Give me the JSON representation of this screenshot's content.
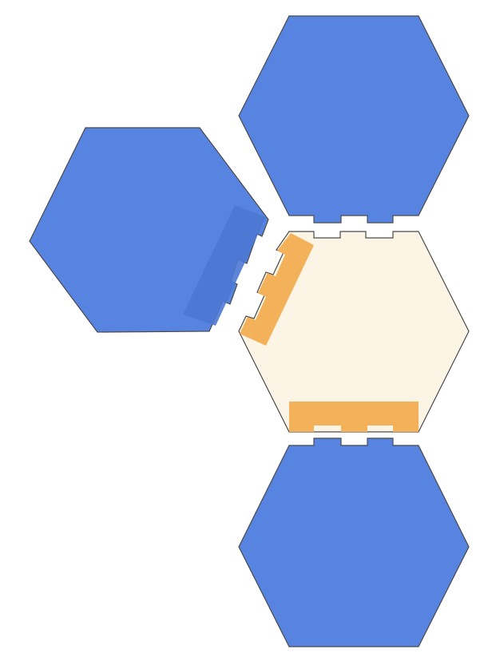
{
  "diagram": {
    "description_hidden": "",
    "colors": {
      "tile": "#5784e0",
      "tile_shade": "#4c78d4",
      "center_tile": "#fcf4e4",
      "connector": "#f3b159",
      "outline": "#4a4a4a",
      "background": "#ffffff"
    },
    "tiles": [
      {
        "id": "top-hexagon",
        "role": "neighbor"
      },
      {
        "id": "left-hexagon",
        "role": "neighbor"
      },
      {
        "id": "center-hexagon",
        "role": "center"
      },
      {
        "id": "bottom-hexagon",
        "role": "neighbor"
      }
    ],
    "connectors": [
      {
        "id": "upper-left-connector"
      },
      {
        "id": "bottom-connector"
      }
    ]
  }
}
